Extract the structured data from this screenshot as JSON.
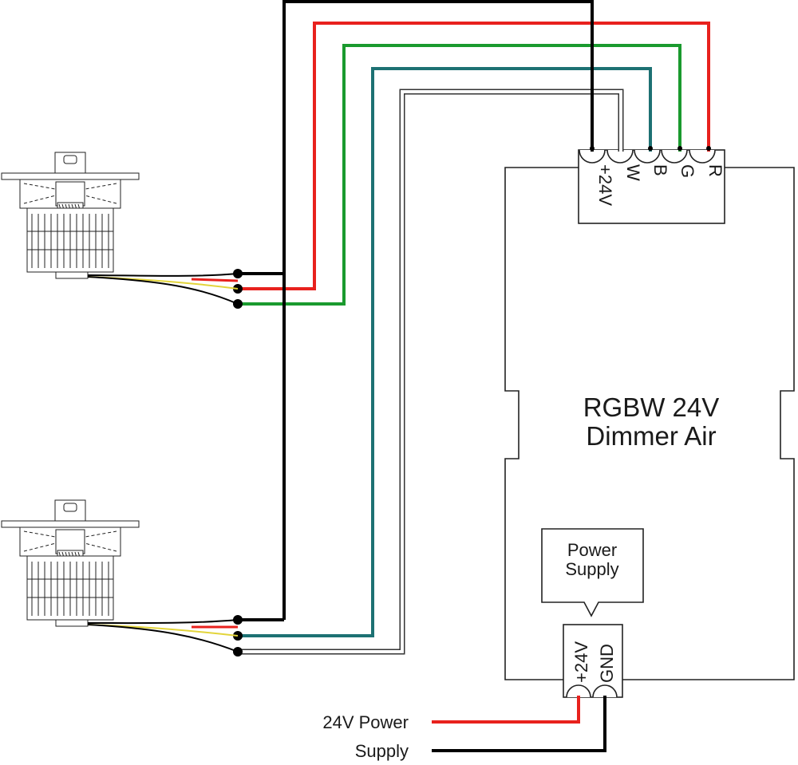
{
  "controller": {
    "title_line1": "RGBW 24V",
    "title_line2": "Dimmer Air",
    "output_terminals": [
      "+24V",
      "W",
      "B",
      "G",
      "R"
    ],
    "input_terminals": [
      "+24V",
      "GND"
    ]
  },
  "power_supply_callout": {
    "line1": "Power",
    "line2": "Supply"
  },
  "supply_labels": {
    "line1": "24V Power",
    "line2": "Supply"
  },
  "wire_colors": {
    "plus24v": "#000000",
    "red": "#e8211d",
    "green": "#1a9a2e",
    "blue": "#1d7173",
    "white": "#ffffff",
    "yellow": "#e2d43a"
  },
  "devices": [
    {
      "name": "led-module-top"
    },
    {
      "name": "led-module-bottom"
    }
  ]
}
